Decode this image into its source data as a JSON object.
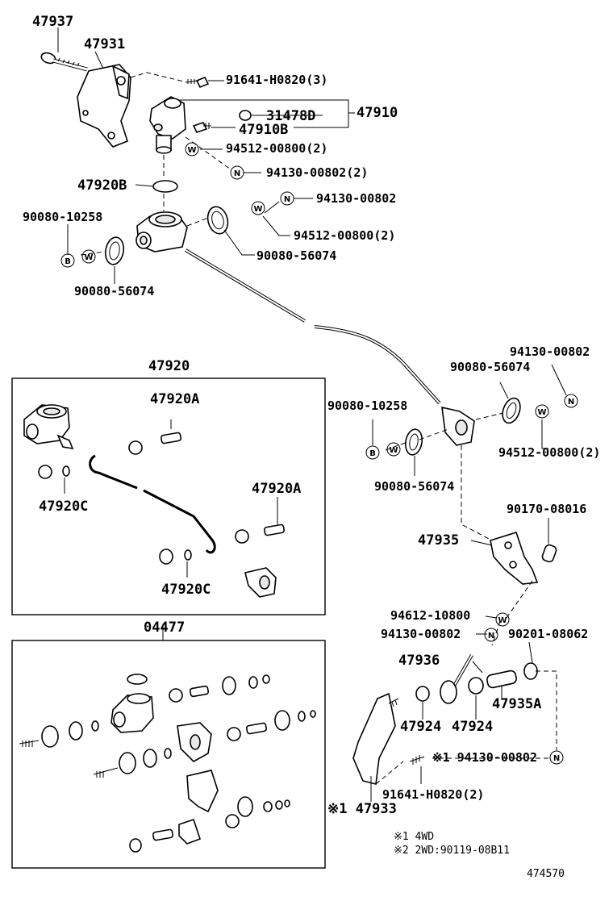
{
  "labels": {
    "p47937": "47937",
    "p47931": "47931",
    "p91641_1": "91641-H0820(3)",
    "p31478D": "31478D",
    "p47910": "47910",
    "p47910B": "47910B",
    "p94512_1": "94512-00800(2)",
    "p94130_1": "94130-00802(2)",
    "p47920B": "47920B",
    "p94130_2": "94130-00802",
    "p90080_10258_1": "90080-10258",
    "p94512_2": "94512-00800(2)",
    "p90080_56074_1": "90080-56074",
    "p90080_56074_2": "90080-56074",
    "p47920": "47920",
    "p47920A_1": "47920A",
    "p47920A_2": "47920A",
    "p47920C_1": "47920C",
    "p47920C_2": "47920C",
    "p94130_3": "94130-00802",
    "p90080_56074_3": "90080-56074",
    "p90080_10258_2": "90080-10258",
    "p94512_3": "94512-00800(2)",
    "p90080_56074_4": "90080-56074",
    "p90170": "90170-08016",
    "p47935": "47935",
    "p04477": "04477",
    "p94612": "94612-10800",
    "p94130_4": "94130-00802",
    "p90201": "90201-08062",
    "p47936": "47936",
    "p47935A": "47935A",
    "p47924_1": "47924",
    "p47924_2": "47924",
    "p94130_5": "※1 94130-00802",
    "p91641_2": "91641-H0820(2)",
    "p47933": "※1 47933"
  },
  "symbols": {
    "washer": "W",
    "nut": "N",
    "bolt": "B"
  },
  "notes": {
    "note1": "※1 4WD",
    "note2": "※2 2WD:90119-08B11",
    "diagram_id": "474570"
  }
}
